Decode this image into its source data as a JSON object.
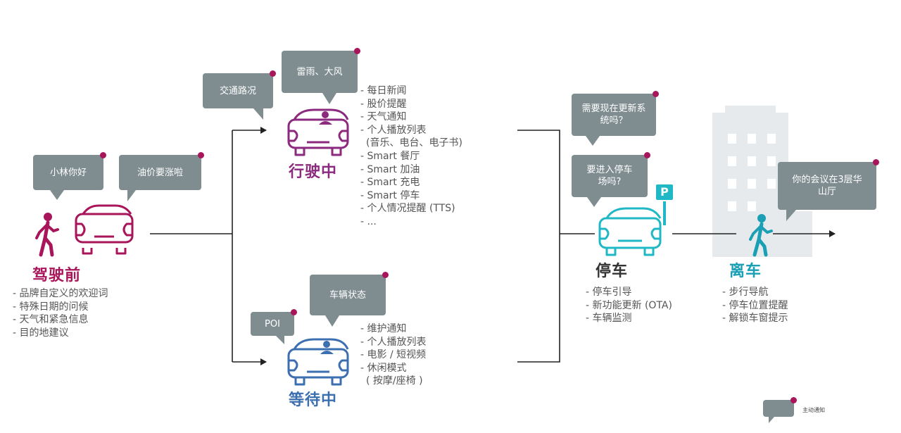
{
  "colors": {
    "bubble": "#7f8c90",
    "notify_dot": "#a8155a",
    "before": "#a8155a",
    "driving": "#8b2a7e",
    "waiting": "#3c6fb0",
    "parking": "#1fb8c4",
    "leave": "#1a9fb5",
    "line": "#222222",
    "building": "#e6eaec"
  },
  "stages": {
    "before": {
      "title": "驾驶前",
      "items": [
        "品牌自定义的欢迎词",
        "特殊日期的问候",
        "天气和紧急信息",
        "目的地建议"
      ],
      "bubbles": [
        "小林你好",
        "油价要涨啦"
      ]
    },
    "driving": {
      "title": "行驶中",
      "items": [
        "每日新闻",
        "股价提醒",
        "天气通知",
        "个人播放列表",
        "(音乐、电台、电子书)",
        "Smart 餐厅",
        "Smart 加油",
        "Smart 充电",
        "Smart 停车",
        "个人情况提醒 (TTS)",
        "..."
      ],
      "bubbles": [
        "交通路况",
        "雷雨、大风"
      ]
    },
    "waiting": {
      "title": "等待中",
      "items": [
        "维护通知",
        "个人播放列表",
        "电影 / 短视频",
        "休闲模式",
        "( 按摩/座椅 )"
      ],
      "bubbles": [
        "POI",
        "车辆状态"
      ]
    },
    "parking": {
      "title": "停车",
      "items": [
        "停车引导",
        "新功能更新 (OTA)",
        "车辆监测"
      ],
      "bubbles": [
        "需要现在更新系统吗？",
        "要进入停车场吗?"
      ],
      "sign": "P"
    },
    "leave": {
      "title": "离车",
      "items": [
        "步行导航",
        "停车位置提醒",
        "解锁车窗提示"
      ],
      "bubbles": [
        "你的会议在3层华山厅"
      ]
    }
  },
  "legend": {
    "label": "主动通知"
  }
}
